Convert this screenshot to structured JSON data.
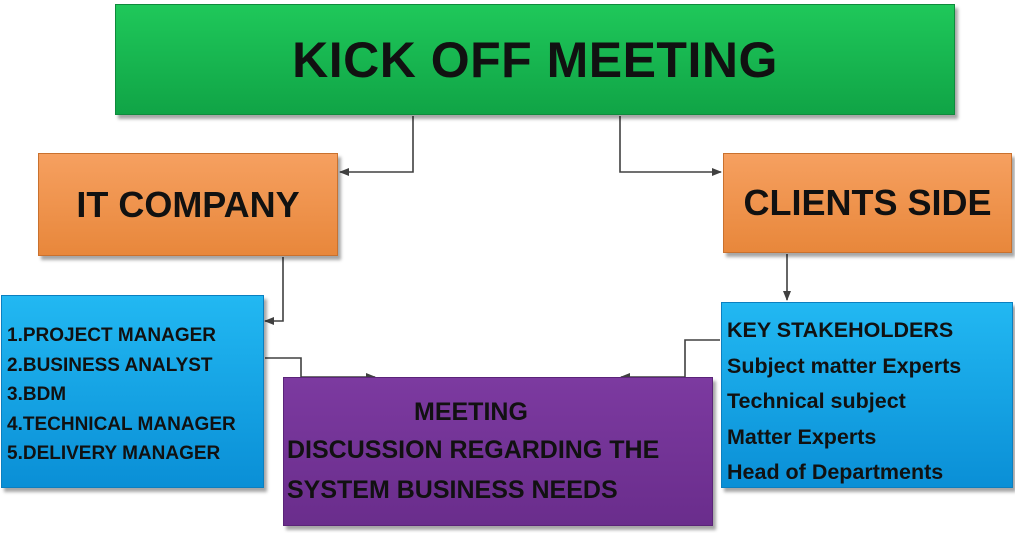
{
  "title": "KICK OFF MEETING",
  "it_company": {
    "label": "IT COMPANY",
    "members": [
      "1.PROJECT MANAGER",
      "2.BUSINESS ANALYST",
      "3.BDM",
      "4.TECHNICAL MANAGER",
      "5.DELIVERY MANAGER"
    ]
  },
  "clients_side": {
    "label": "CLIENTS SIDE",
    "members": [
      "KEY STAKEHOLDERS",
      "Subject matter Experts",
      "Technical subject",
      "Matter Experts",
      "Head of Departments"
    ]
  },
  "meeting": {
    "line1": "MEETING",
    "line2": "DISCUSSION REGARDING THE",
    "line3": "SYSTEM BUSINESS NEEDS"
  },
  "colors": {
    "green": "#14b04c",
    "orange": "#ee8f45",
    "blue": "#12a4e6",
    "purple": "#7030a0",
    "connector": "#404040"
  }
}
